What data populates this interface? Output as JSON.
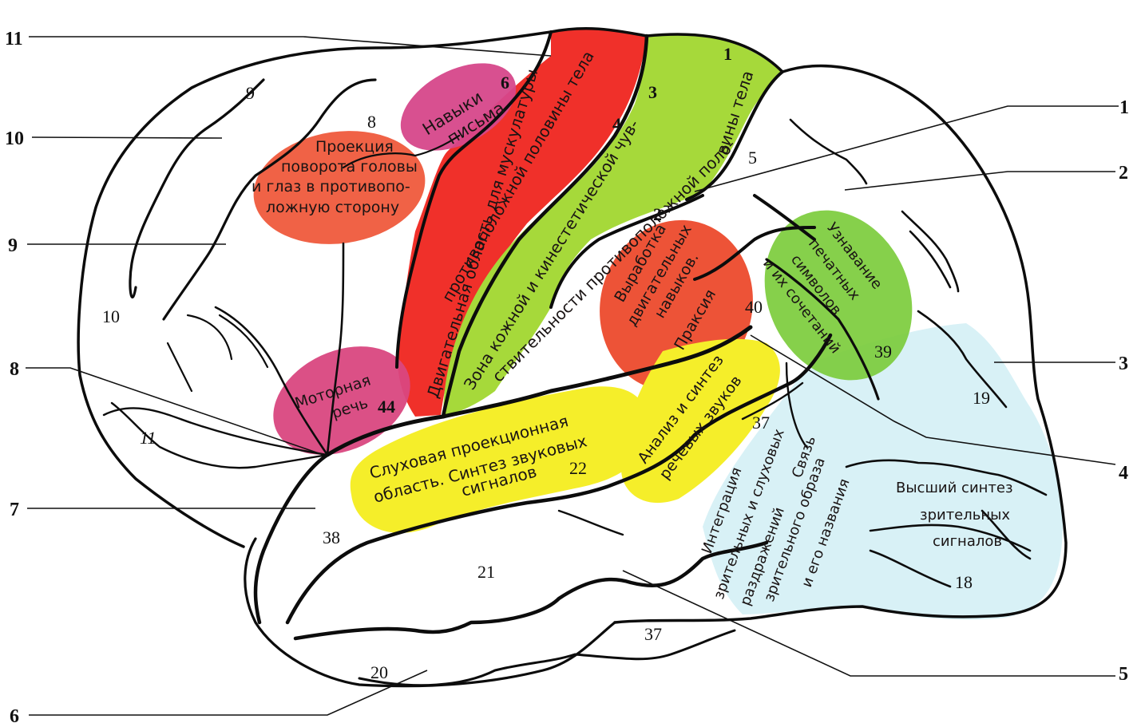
{
  "diagram": {
    "subject": "Lateral surface of the cerebral hemisphere with functional zones",
    "callouts_left": [
      "11",
      "10",
      "9",
      "8",
      "7",
      "6"
    ],
    "callouts_right": [
      "1",
      "2",
      "3",
      "4",
      "5"
    ],
    "zones": {
      "writing": {
        "lines": [
          "Навыки",
          "письма"
        ],
        "area": "6",
        "color": "#d6478a"
      },
      "head_turn": {
        "lines": [
          "Проекция",
          "поворота головы",
          "и глаз в противопо-",
          "ложную сторону"
        ],
        "color": "#ef5a3c"
      },
      "motor": {
        "lines": [
          "Двигательная область для мускулатуры",
          "противоположной половины тела"
        ],
        "area": "4",
        "color": "#f0302a"
      },
      "sensory": {
        "lines": [
          "Зона кожной и кинестетической чув-",
          "ствительности противоположной поло-",
          "вины тела"
        ],
        "areas": [
          "3",
          "1",
          "2"
        ],
        "color": "#a6d93a"
      },
      "motor_speech": {
        "lines": [
          "Моторная",
          "речь"
        ],
        "area": "44",
        "color": "#d9477f"
      },
      "praxis": {
        "lines": [
          "Выработка",
          "двигательных",
          "навыков.",
          "Праксия"
        ],
        "area": "40",
        "color": "#ec4a2c"
      },
      "reading": {
        "lines": [
          "Узнавание",
          "печатных",
          "символов",
          "и их сочетаний"
        ],
        "area": "39",
        "color": "#7ccc3c"
      },
      "auditory": {
        "lines": [
          "Слуховая проекционная",
          "область. Синтез звуковых",
          "сигналов"
        ],
        "area": "22",
        "color": "#f5ee2a"
      },
      "speech_sounds": {
        "lines": [
          "Анализ и синтез",
          "речевых звуков"
        ],
        "color": "#f5ee2a"
      },
      "integration": {
        "lines": [
          "Интеграция",
          "зрительных и слуховых",
          "раздражений"
        ],
        "area": "37",
        "color": "#d8f1f6"
      },
      "naming": {
        "lines": [
          "Связь",
          "зрительного образа",
          "и его названия"
        ],
        "color": "#d8f1f6"
      },
      "visual": {
        "lines": [
          "Высший синтез",
          "зрительных",
          "сигналов"
        ],
        "areas": [
          "19",
          "18"
        ],
        "color": "#d8f1f6"
      }
    },
    "area_numbers": [
      "9",
      "8",
      "10",
      "11",
      "5",
      "38",
      "21",
      "20",
      "37",
      "19",
      "18"
    ]
  }
}
